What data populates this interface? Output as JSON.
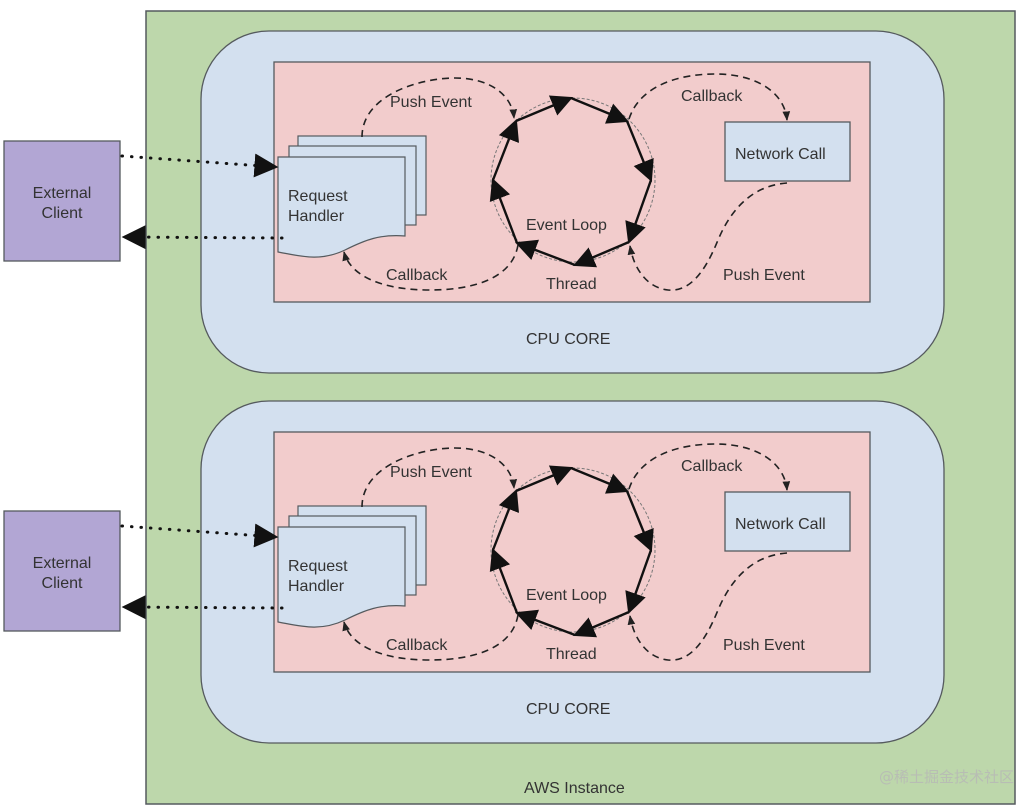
{
  "diagram": {
    "instance_label": "AWS Instance",
    "watermark": "@稀土掘金技术社区",
    "colors": {
      "instance_fill": "#bdd7ab",
      "core_fill": "#d3e0ef",
      "process_fill": "#f2cccc",
      "client_fill": "#b2a6d4",
      "handler_fill": "#d3e0ef",
      "network_fill": "#d3e0ef",
      "stroke": "#555a5e"
    },
    "cores": [
      {
        "core_label": "CPU CORE",
        "client_label_line1": "External",
        "client_label_line2": "Client",
        "handler_label_line1": "Request",
        "handler_label_line2": "Handler",
        "event_loop_label": "Event Loop",
        "thread_label": "Thread",
        "network_call_label": "Network Call",
        "push_event_left_label": "Push Event",
        "callback_left_label": "Callback",
        "callback_right_label": "Callback",
        "push_event_right_label": "Push Event"
      },
      {
        "core_label": "CPU CORE",
        "client_label_line1": "External",
        "client_label_line2": "Client",
        "handler_label_line1": "Request",
        "handler_label_line2": "Handler",
        "event_loop_label": "Event Loop",
        "thread_label": "Thread",
        "network_call_label": "Network Call",
        "push_event_left_label": "Push Event",
        "callback_left_label": "Callback",
        "callback_right_label": "Callback",
        "push_event_right_label": "Push Event"
      }
    ]
  }
}
